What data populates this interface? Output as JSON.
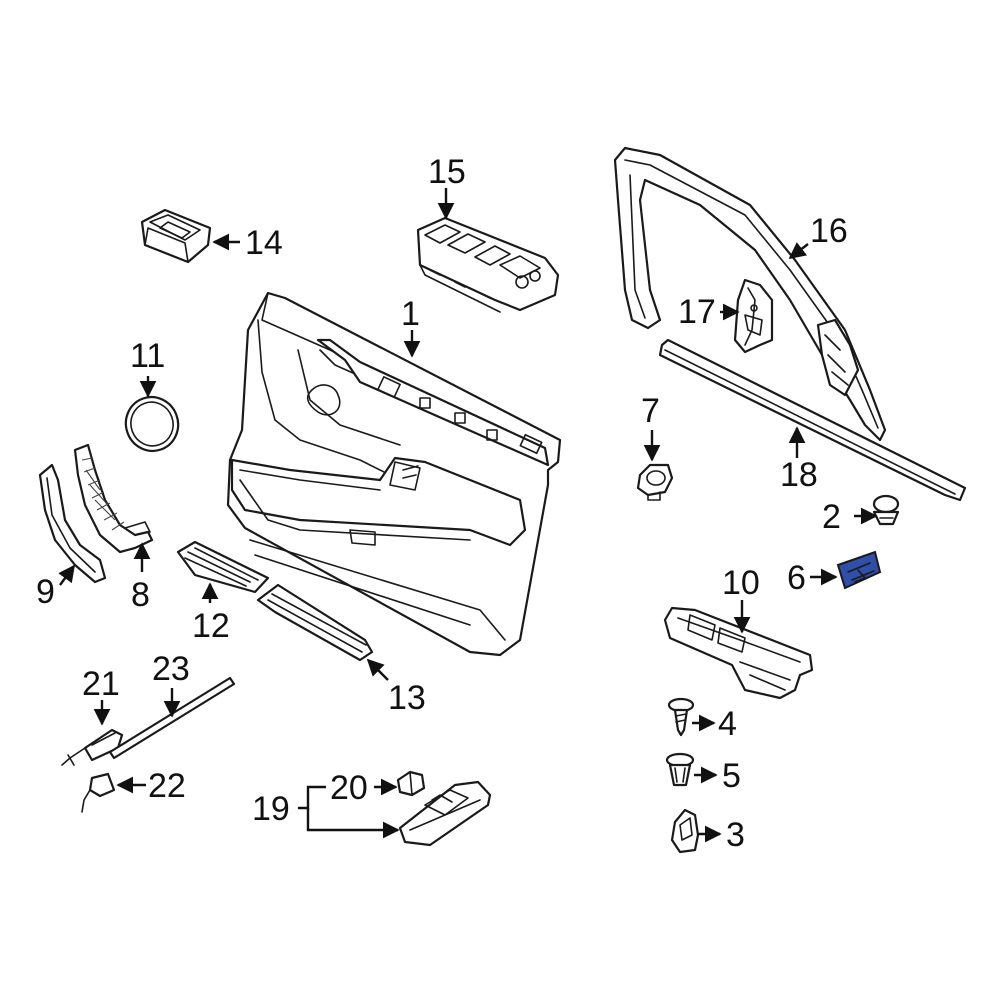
{
  "diagram": {
    "callouts": [
      {
        "id": "1",
        "label": "1"
      },
      {
        "id": "2",
        "label": "2"
      },
      {
        "id": "3",
        "label": "3"
      },
      {
        "id": "4",
        "label": "4"
      },
      {
        "id": "5",
        "label": "5"
      },
      {
        "id": "6",
        "label": "6"
      },
      {
        "id": "7",
        "label": "7"
      },
      {
        "id": "8",
        "label": "8"
      },
      {
        "id": "9",
        "label": "9"
      },
      {
        "id": "10",
        "label": "10"
      },
      {
        "id": "11",
        "label": "11"
      },
      {
        "id": "12",
        "label": "12"
      },
      {
        "id": "13",
        "label": "13"
      },
      {
        "id": "14",
        "label": "14"
      },
      {
        "id": "15",
        "label": "15"
      },
      {
        "id": "16",
        "label": "16"
      },
      {
        "id": "17",
        "label": "17"
      },
      {
        "id": "18",
        "label": "18"
      },
      {
        "id": "19",
        "label": "19"
      },
      {
        "id": "20",
        "label": "20"
      },
      {
        "id": "21",
        "label": "21"
      },
      {
        "id": "22",
        "label": "22"
      },
      {
        "id": "23",
        "label": "23"
      }
    ],
    "highlighted_part": "6",
    "colors": {
      "highlight": "#2f4fa8",
      "line": "#1a1a1a",
      "background": "#ffffff"
    }
  }
}
